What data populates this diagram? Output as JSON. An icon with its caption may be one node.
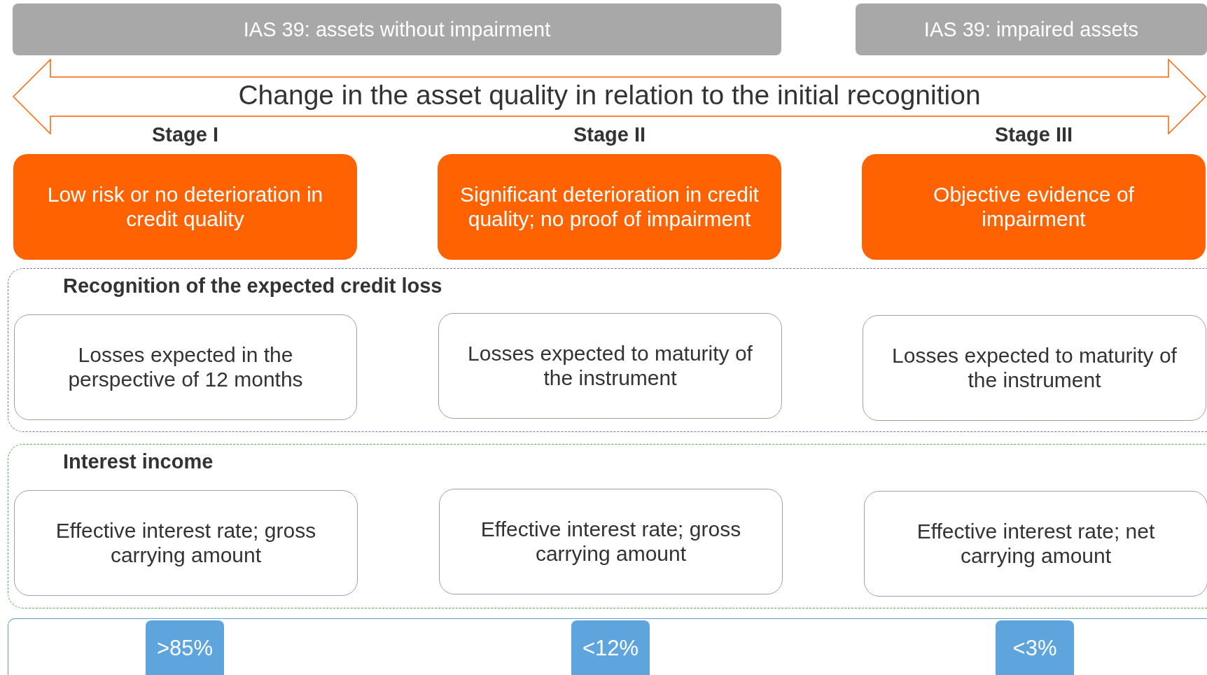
{
  "diagram": {
    "nodes": [
      {
        "text": [
          "IAS 39: assets without impairment"
        ]
      },
      {
        "text": [
          "IAS 39: impaired assets"
        ]
      },
      {
        "text": [
          "Change in the asset quality in relation to the initial recognition"
        ]
      },
      {
        "text": [
          "Stage I",
          "Low risk or no deterioration in credit quality"
        ]
      },
      {
        "text": [
          "Stage II",
          "Significant deterioration in credit quality; no proof of impairment"
        ]
      },
      {
        "text": [
          "Stage III",
          "Objective evidence of impairment"
        ]
      },
      {
        "text": [
          "Recognition of the expected credit loss"
        ]
      },
      {
        "text": [
          "Losses expected in the perspective of 12 months"
        ],
        "in": 6
      },
      {
        "text": [
          "Losses expected to maturity of the instrument"
        ],
        "in": 6
      },
      {
        "text": [
          "Losses expected to maturity of the instrument"
        ],
        "in": 6
      },
      {
        "text": [
          "Interest income"
        ]
      },
      {
        "text": [
          "Effective interest rate; gross carrying amount"
        ],
        "in": 10
      },
      {
        "text": [
          "Effective interest rate; gross carrying amount"
        ],
        "in": 10
      },
      {
        "text": [
          "Effective interest rate; net carrying amount"
        ],
        "in": 10
      },
      {
        "text": [],
        "shape": "box"
      },
      {
        "text": [
          ">85%"
        ],
        "in": 14
      },
      {
        "text": [
          "<12%"
        ],
        "in": 14
      },
      {
        "text": [
          "<3%"
        ],
        "in": 14
      }
    ]
  }
}
